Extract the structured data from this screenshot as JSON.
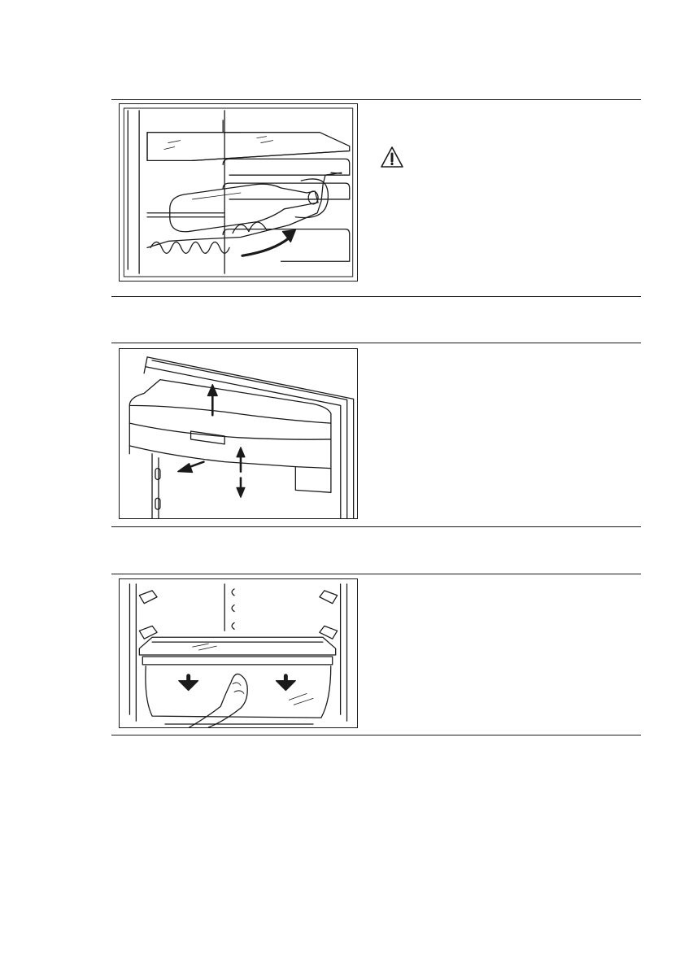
{
  "page": {
    "background_color": "#ffffff",
    "ink_color": "#1a1a1a"
  },
  "sections": [
    {
      "figure": "wine-rack-bottle-illustration",
      "icons": [
        "warning-icon"
      ]
    },
    {
      "figure": "door-balcony-removal-illustration",
      "icons": []
    },
    {
      "figure": "vegetable-drawer-removal-illustration",
      "icons": []
    }
  ]
}
